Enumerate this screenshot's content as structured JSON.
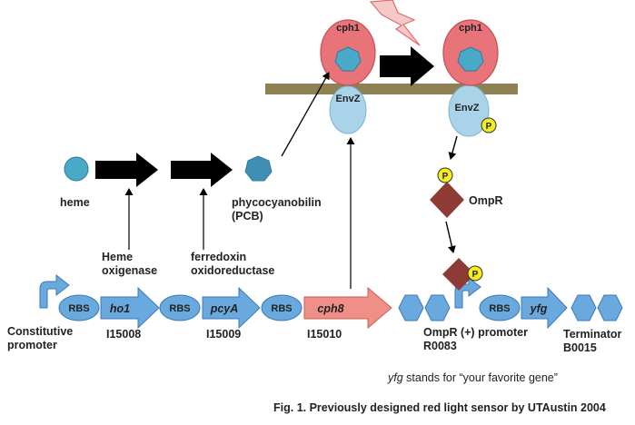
{
  "colors": {
    "membrane": "#8e8153",
    "receptor": "#e8747a",
    "receptor_edge": "#c44e55",
    "envz": "#a9d3e8",
    "blue": "#69a9de",
    "blue_edge": "#3d78b8",
    "cph8": "#ef8f87",
    "ompr": "#8e3b35",
    "phospho": "#f5ee1e",
    "heme": "#4aa9c6",
    "pcb": "#3e8fb3",
    "lightning": "#f6c9c9",
    "lightning_edge": "#e36b6b",
    "arrow": "#000000"
  },
  "receptor": {
    "left_label": "cph1",
    "right_label": "cph1",
    "envz_left": "EnvZ",
    "envz_right": "EnvZ"
  },
  "phospho": {
    "symbol": "P"
  },
  "pathway": {
    "heme": "heme",
    "enzyme1_line1": "Heme",
    "enzyme1_line2": "oxigenase",
    "enzyme2_line1": "ferredoxin",
    "enzyme2_line2": "oxidoreductase",
    "pcb_line1": "phycocyanobilin",
    "pcb_line2": "(PCB)"
  },
  "ompr": {
    "label": "OmpR"
  },
  "construct": {
    "rbs": "RBS",
    "ho1": "ho1",
    "pcya": "pcyA",
    "cph8": "cph8",
    "yfg": "yfg",
    "const_promoter_line1": "Constitutive",
    "const_promoter_line2": "promoter",
    "id_ho1": "I15008",
    "id_pcya": "I15009",
    "id_cph8": "I15010",
    "ompr_promoter_line1": "OmpR (+) promoter",
    "ompr_promoter_line2": "R0083",
    "terminator_line1": "Terminator",
    "terminator_line2": "B0015"
  },
  "note": {
    "italic": "yfg",
    "rest": " stands for “your favorite gene”"
  },
  "caption": "Fig. 1. Previously designed red light sensor by UTAustin 2004"
}
